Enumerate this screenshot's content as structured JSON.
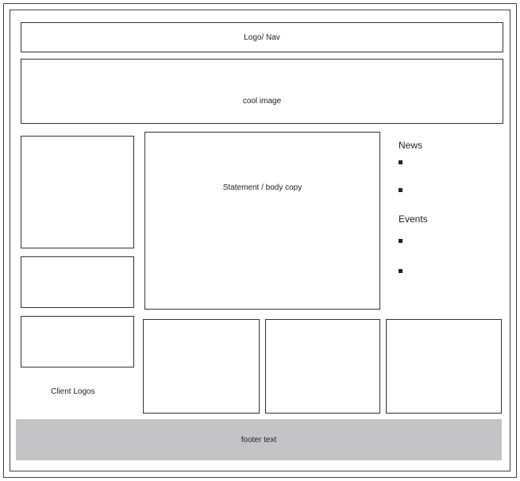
{
  "header": {
    "label": "Logo/ Nav"
  },
  "hero": {
    "label": "cool image"
  },
  "main": {
    "label": "Statement / body copy"
  },
  "sidebar": {
    "news_heading": "News",
    "events_heading": "Events"
  },
  "client_logos": {
    "label": "Client Logos"
  },
  "footer": {
    "label": "footer text"
  }
}
